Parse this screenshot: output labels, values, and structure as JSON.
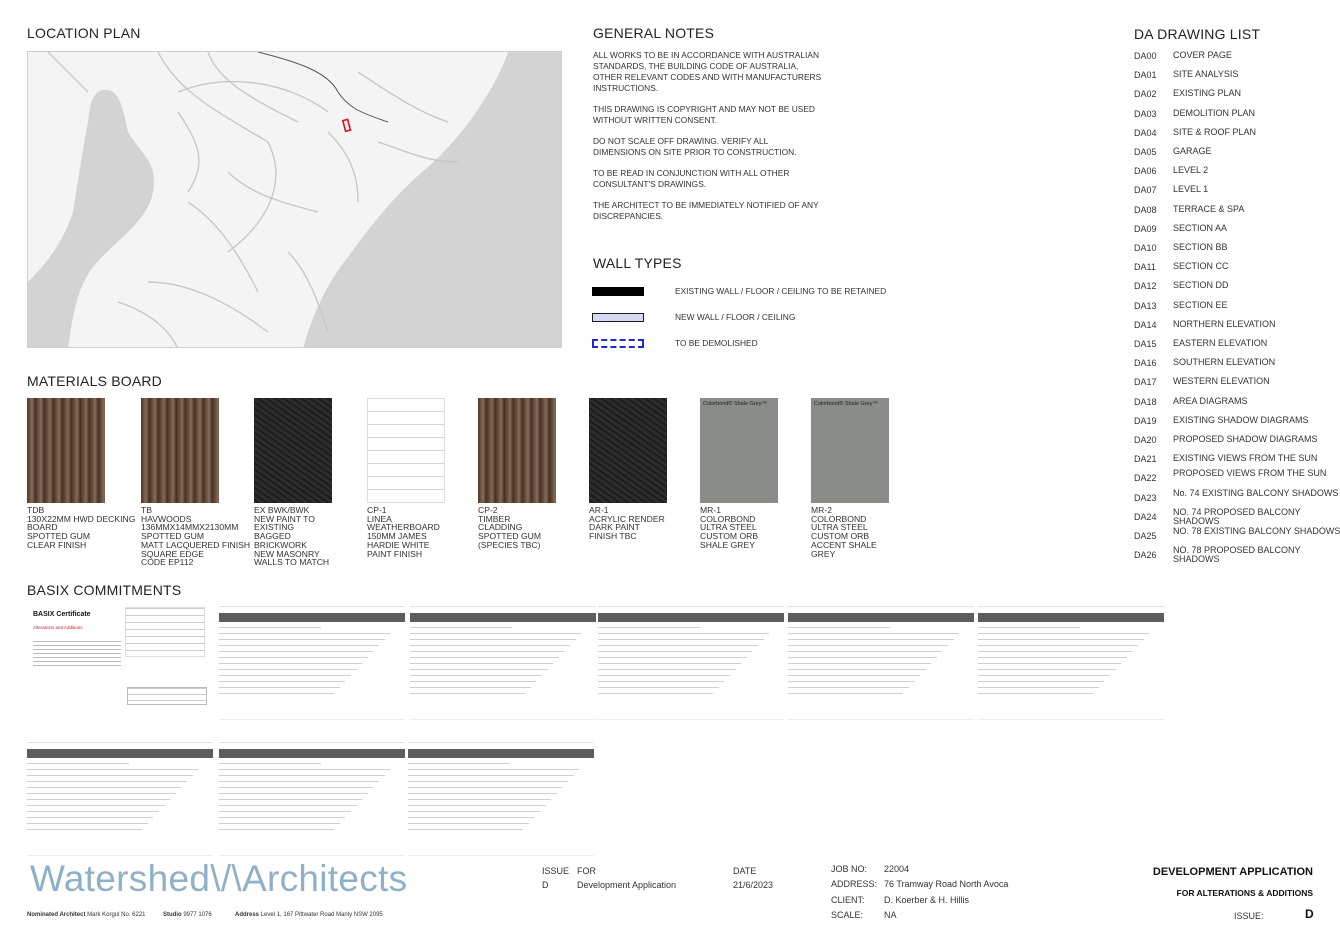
{
  "location_plan": {
    "heading": "LOCATION PLAN"
  },
  "general_notes": {
    "heading": "GENERAL NOTES",
    "notes": [
      "ALL WORKS TO BE IN ACCORDANCE WITH AUSTRALIAN STANDARDS, THE BUILDING CODE OF AUSTRALIA, OTHER RELEVANT CODES AND WITH MANUFACTURERS INSTRUCTIONS.",
      "THIS DRAWING IS COPYRIGHT AND MAY NOT BE USED WITHOUT WRITTEN CONSENT.",
      "DO NOT SCALE OFF DRAWING. VERIFY ALL DIMENSIONS ON SITE PRIOR TO CONSTRUCTION.",
      "TO BE READ IN CONJUNCTION WITH ALL OTHER CONSULTANT'S DRAWINGS.",
      "THE ARCHITECT TO BE IMMEDIATELY NOTIFIED OF ANY DISCREPANCIES."
    ]
  },
  "wall_types": {
    "heading": "WALL TYPES",
    "items": [
      {
        "label": "EXISTING WALL / FLOOR / CEILING TO BE RETAINED",
        "fill": "#000000",
        "stroke": "#000000"
      },
      {
        "label": "NEW WALL / FLOOR / CEILING",
        "fill": "#d6d9f2",
        "stroke": "#1a1a1a"
      },
      {
        "label": "TO BE DEMOLISHED",
        "fill": "#ffffff",
        "stroke": "#1f2bd1"
      }
    ]
  },
  "da_drawing_list": {
    "heading": "DA DRAWING LIST",
    "items": [
      {
        "code": "DA00",
        "title": "COVER PAGE"
      },
      {
        "code": "DA01",
        "title": "SITE ANALYSIS"
      },
      {
        "code": "DA02",
        "title": "EXISTING PLAN"
      },
      {
        "code": "DA03",
        "title": "DEMOLITION PLAN"
      },
      {
        "code": "DA04",
        "title": "SITE & ROOF PLAN"
      },
      {
        "code": "DA05",
        "title": "GARAGE"
      },
      {
        "code": "DA06",
        "title": "LEVEL 2"
      },
      {
        "code": "DA07",
        "title": "LEVEL 1"
      },
      {
        "code": "DA08",
        "title": "TERRACE & SPA"
      },
      {
        "code": "DA09",
        "title": "SECTION AA"
      },
      {
        "code": "DA10",
        "title": "SECTION BB"
      },
      {
        "code": "DA11",
        "title": "SECTION CC"
      },
      {
        "code": "DA12",
        "title": "SECTION DD"
      },
      {
        "code": "DA13",
        "title": "SECTION EE"
      },
      {
        "code": "DA14",
        "title": "NORTHERN ELEVATION"
      },
      {
        "code": "DA15",
        "title": "EASTERN ELEVATION"
      },
      {
        "code": "DA16",
        "title": "SOUTHERN ELEVATION"
      },
      {
        "code": "DA17",
        "title": "WESTERN ELEVATION"
      },
      {
        "code": "DA18",
        "title": "AREA DIAGRAMS"
      },
      {
        "code": "DA19",
        "title": "EXISTING SHADOW DIAGRAMS"
      },
      {
        "code": "DA20",
        "title": "PROPOSED SHADOW DIAGRAMS"
      },
      {
        "code": "DA21",
        "title": "EXISTING VIEWS FROM THE SUN"
      },
      {
        "code": "DA22",
        "title": "PROPOSED VIEWS FROM THE SUN"
      },
      {
        "code": "DA23",
        "title": "No. 74 EXISTING BALCONY SHADOWS"
      },
      {
        "code": "DA24",
        "title": "NO. 74 PROPOSED BALCONY SHADOWS"
      },
      {
        "code": "DA25",
        "title": "NO. 78 EXISTING BALCONY SHADOWS"
      },
      {
        "code": "DA26",
        "title": "NO. 78 PROPOSED BALCONY SHADOWS"
      }
    ]
  },
  "materials_board": {
    "heading": "MATERIALS BOARD",
    "items": [
      {
        "code": "TDB",
        "lines": [
          "130x22MM HWD DECKING",
          "BOARD",
          "SPOTTED GUM",
          "CLEAR FINISH"
        ],
        "finish": "wood"
      },
      {
        "code": "TB",
        "lines": [
          "HAVWOODS",
          "136mmx14mmx2130mm",
          "SPOTTED GUM",
          "MATT LACQUERED FINISH",
          "SQUARE EDGE",
          "CODE EP112"
        ],
        "finish": "wood"
      },
      {
        "code": "EX BWK/BWK",
        "lines": [
          "NEW PAINT TO",
          "EXISTING",
          "BAGGED",
          "BRICKWORK",
          "NEW MASONRY",
          "WALLS TO MATCH"
        ],
        "finish": "dark"
      },
      {
        "code": "CP-1",
        "lines": [
          "LINEA",
          "WEATHERBOARD",
          "150MM JAMES",
          "HARDIE WHITE",
          "PAINT FINISH"
        ],
        "finish": "white"
      },
      {
        "code": "CP-2",
        "lines": [
          "TIMBER",
          "CLADDING",
          "SPOTTED GUM",
          "(SPECIES TBC)"
        ],
        "finish": "wood"
      },
      {
        "code": "AR-1",
        "lines": [
          "ACRYLIC RENDER",
          "DARK PAINT",
          "FINISH TBC"
        ],
        "finish": "dark"
      },
      {
        "code": "MR-1",
        "lines": [
          "COLORBOND",
          "ULTRA STEEL",
          "CUSTOM ORB",
          "SHALE GREY"
        ],
        "finish": "grey",
        "caption": "Colorbond® Shale Grey™"
      },
      {
        "code": "MR-2",
        "lines": [
          "COLORBOND",
          "ULTRA STEEL",
          "CUSTOM ORB",
          "ACCENT SHALE",
          "GREY"
        ],
        "finish": "grey",
        "caption": "Colorbond® Shale Grey™"
      }
    ]
  },
  "basix": {
    "heading": "BASIX COMMITMENTS",
    "certificate_title": "BASIX Certificate",
    "certificate_subtitle": "Alterations and Additions"
  },
  "title_block": {
    "logo": "Watershed\\/\\Architects",
    "nominated_architect_label": "Nominated Architect",
    "nominated_architect": "Mark Korgul No. 6221",
    "studio_label": "Studio",
    "studio": "9977 1076",
    "address_label": "Address",
    "address": "Level 1, 167 Pittwater Road Manly NSW 2095",
    "issue_label": "ISSUE",
    "for_label": "FOR",
    "date_label": "DATE",
    "issue": "D",
    "for": "Development Application",
    "date": "21/6/2023",
    "job_no_label": "JOB NO:",
    "job_no": "22004",
    "address2_label": "ADDRESS:",
    "site_address": "76 Tramway Road North Avoca",
    "client_label": "CLIENT:",
    "client": "D. Koerber & H. Hillis",
    "scale_label": "SCALE:",
    "scale": "NA",
    "project_title": "DEVELOPMENT APPLICATION",
    "project_subtitle": "FOR ALTERATIONS & ADDITIONS",
    "issue_right_label": "ISSUE:",
    "issue_right": "D"
  }
}
